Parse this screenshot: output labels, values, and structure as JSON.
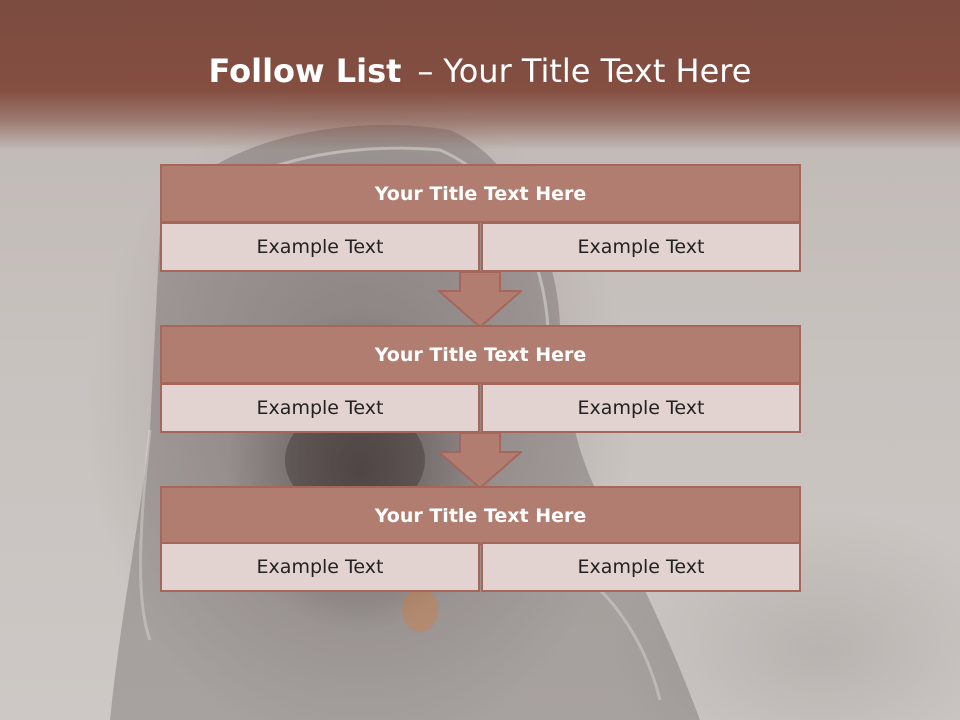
{
  "slide": {
    "title_bold": "Follow List",
    "title_separator": "–",
    "title_rest": "Your Title Text Here"
  },
  "blocks": [
    {
      "title": "Your Title Text Here",
      "left_text": "Example Text",
      "right_text": "Example Text"
    },
    {
      "title": "Your Title Text Here",
      "left_text": "Example Text",
      "right_text": "Example Text"
    },
    {
      "title": "Your Title Text Here",
      "left_text": "Example Text",
      "right_text": "Example Text"
    }
  ],
  "colors": {
    "header_band": "#844e41",
    "block_title_fill": "#b27d71",
    "block_border": "#a6675a",
    "cell_fill": "#e3d3d0"
  }
}
